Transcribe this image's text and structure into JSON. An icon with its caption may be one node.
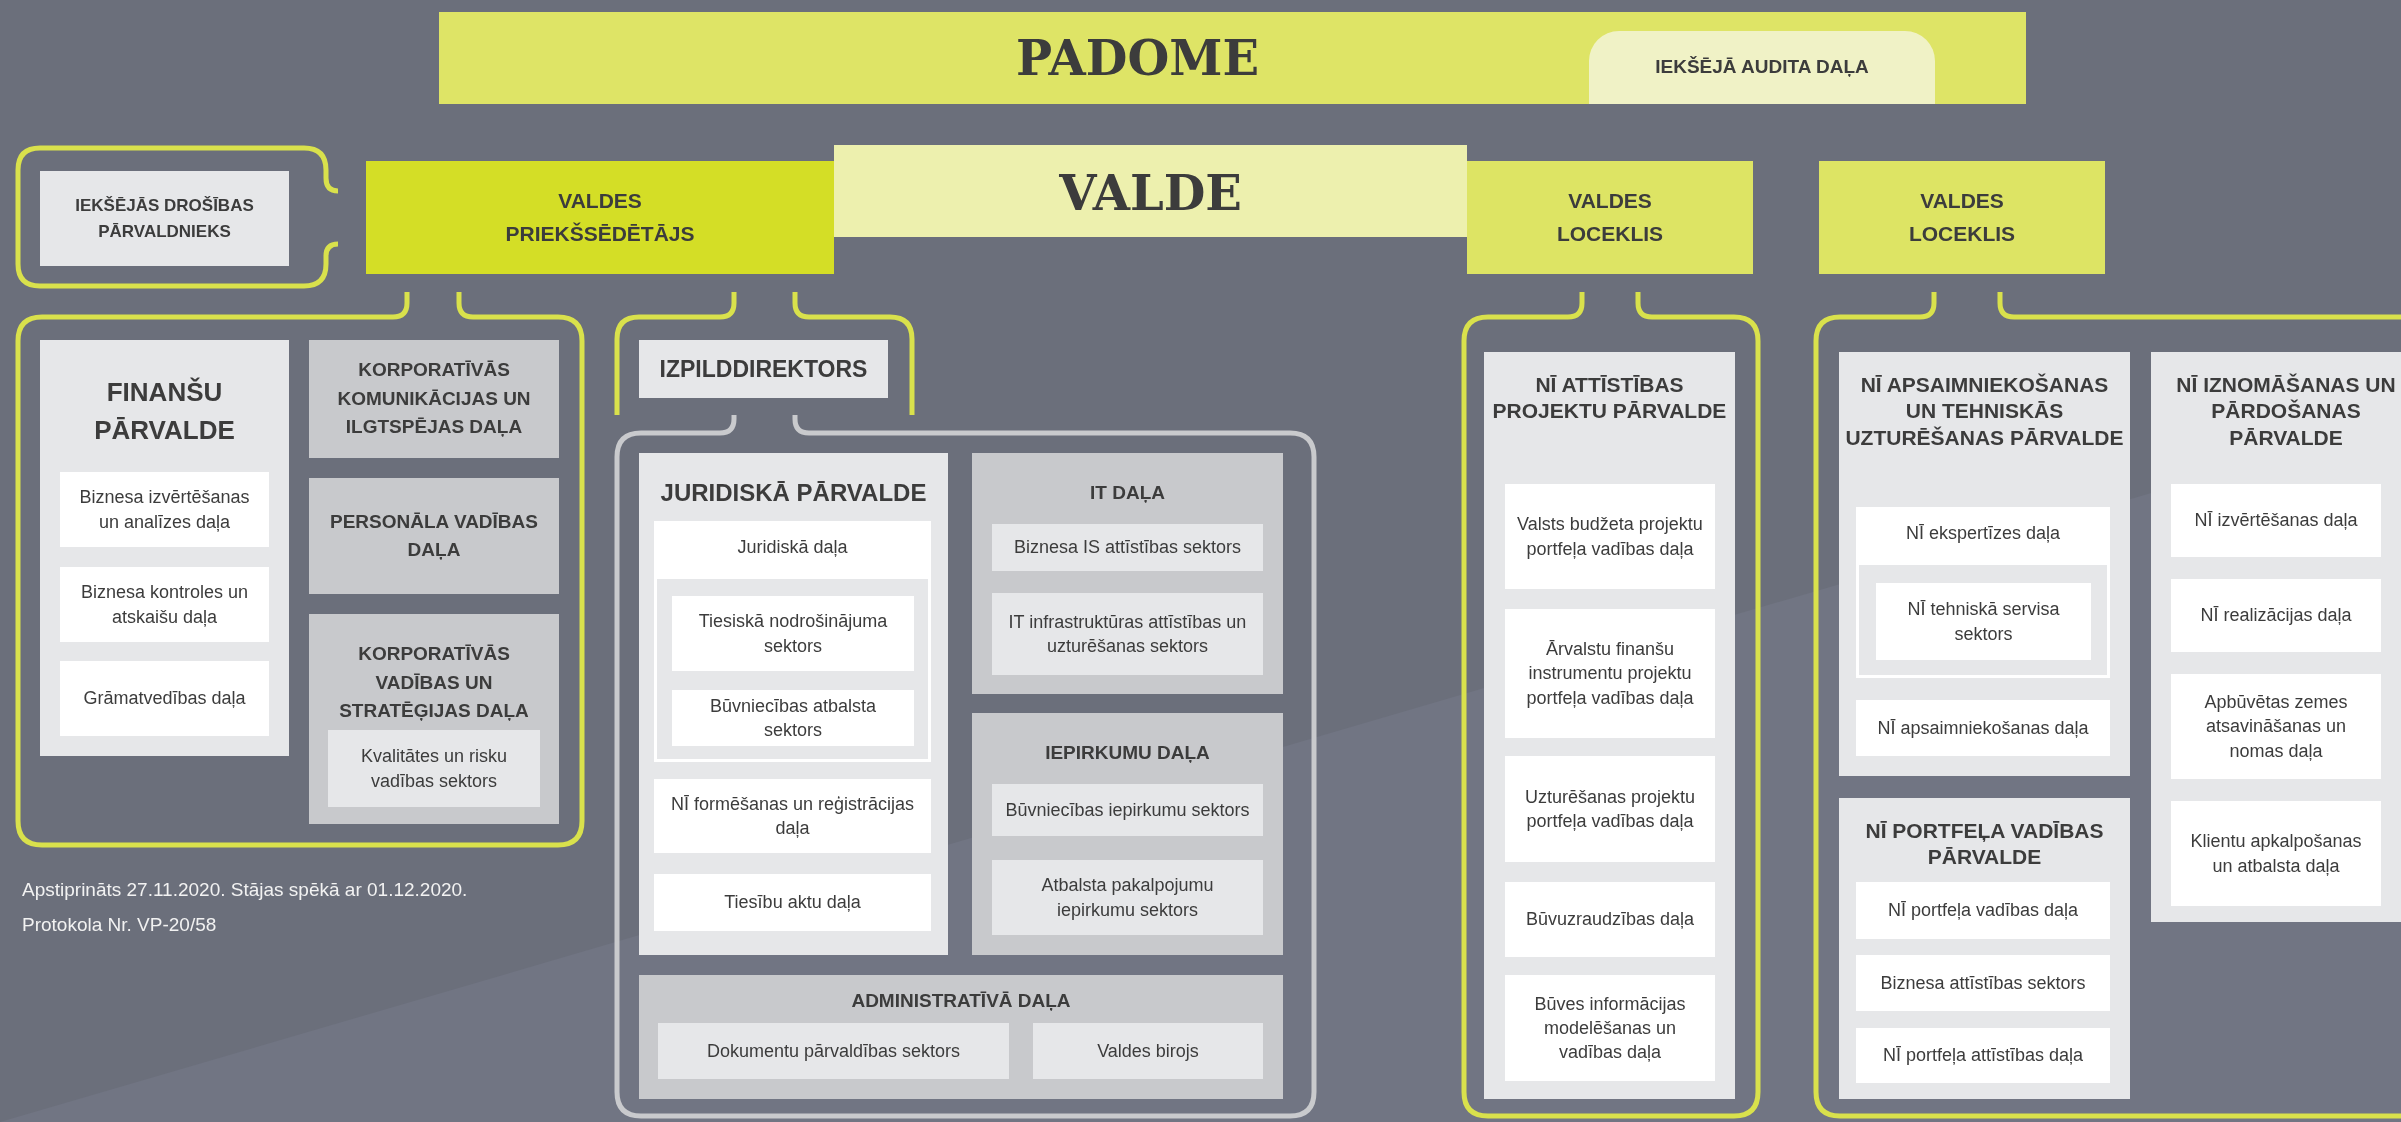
{
  "diagram": {
    "nodes": [
      {
        "text": [
          "PADOME"
        ]
      },
      {
        "text": [
          "IEKŠĒJĀ AUDITA DAĻA"
        ],
        "in": 0
      },
      {
        "text": [
          "VALDE"
        ]
      },
      {
        "text": [
          "IEKŠĒJĀS DROŠĪBAS PĀRVALDNIEKS"
        ]
      },
      {
        "text": [
          "VALDES PRIEKŠSĒDĒTĀJS"
        ]
      },
      {
        "text": [
          "VALDES LOCEKLIS"
        ]
      },
      {
        "text": [
          "VALDES LOCEKLIS"
        ]
      },
      {
        "text": [],
        "shape": "box"
      },
      {
        "text": [
          "FINANŠU PĀRVALDE"
        ],
        "in": 7
      },
      {
        "text": [
          "Biznesa izvērtēšanas un analīzes daļa"
        ],
        "in": 8
      },
      {
        "text": [
          "Biznesa kontroles un atskaišu daļa"
        ],
        "in": 8
      },
      {
        "text": [
          "Grāmatvedības daļa"
        ],
        "in": 8
      },
      {
        "text": [
          "KORPORATĪVĀS KOMUNIKĀCIJAS UN ILGTSPĒJAS DAĻA"
        ],
        "in": 7
      },
      {
        "text": [
          "PERSONĀLA VADĪBAS DAĻA"
        ],
        "in": 7
      },
      {
        "text": [
          "KORPORATĪVĀS VADĪBAS UN STRATĒĢIJAS DAĻA"
        ],
        "in": 7
      },
      {
        "text": [
          "Kvalitātes un risku vadības sektors"
        ],
        "in": 14
      },
      {
        "text": [
          "IZPILDDIREKTORS"
        ]
      },
      {
        "text": [],
        "shape": "box"
      },
      {
        "text": [
          "JURIDISKĀ PĀRVALDE"
        ],
        "in": 17
      },
      {
        "text": [
          "Juridiskā daļa"
        ],
        "in": 18
      },
      {
        "text": [
          "Tiesiskā nodrošinājuma sektors"
        ],
        "in": 19
      },
      {
        "text": [
          "Būvniecības atbalsta sektors"
        ],
        "in": 19
      },
      {
        "text": [
          "NĪ formēšanas un reģistrācijas daļa"
        ],
        "in": 18
      },
      {
        "text": [
          "Tiesību aktu daļa"
        ],
        "in": 18
      },
      {
        "text": [
          "IT DAĻA"
        ],
        "in": 17
      },
      {
        "text": [
          "Biznesa IS attīstības sektors"
        ],
        "in": 24
      },
      {
        "text": [
          "IT infrastruktūras attīstības un uzturēšanas sektors"
        ],
        "in": 24
      },
      {
        "text": [
          "IEPIRKUMU DAĻA"
        ],
        "in": 17
      },
      {
        "text": [
          "Būvniecības iepirkumu sektors"
        ],
        "in": 27
      },
      {
        "text": [
          "Atbalsta pakalpojumu iepirkumu sektors"
        ],
        "in": 27
      },
      {
        "text": [
          "ADMINISTRATĪVĀ DAĻA"
        ],
        "in": 17
      },
      {
        "text": [
          "Dokumentu pārvaldības sektors"
        ],
        "in": 30
      },
      {
        "text": [
          "Valdes birojs"
        ],
        "in": 30
      },
      {
        "text": [],
        "shape": "box"
      },
      {
        "text": [
          "NĪ ATTĪSTĪBAS PROJEKTU PĀRVALDE"
        ],
        "in": 33
      },
      {
        "text": [
          "Valsts budžeta projektu portfeļa vadības daļa"
        ],
        "in": 34
      },
      {
        "text": [
          "Ārvalstu finanšu instrumentu projektu portfeļa vadības daļa"
        ],
        "in": 34
      },
      {
        "text": [
          "Uzturēšanas projektu portfeļa vadības daļa"
        ],
        "in": 34
      },
      {
        "text": [
          "Būvuzraudzības daļa"
        ],
        "in": 34
      },
      {
        "text": [
          "Būves informācijas modelēšanas un vadības daļa"
        ],
        "in": 34
      },
      {
        "text": [],
        "shape": "box"
      },
      {
        "text": [
          "NĪ APSAIMNIEKOŠANAS UN TEHNISKĀS UZTURĒŠANAS PĀRVALDE"
        ],
        "in": 40
      },
      {
        "text": [
          "NĪ ekspertīzes daļa"
        ],
        "in": 41
      },
      {
        "text": [
          "NĪ tehniskā servisa sektors"
        ],
        "in": 42
      },
      {
        "text": [
          "NĪ apsaimniekošanas daļa"
        ],
        "in": 41
      },
      {
        "text": [
          "NĪ PORTFEĻA VADĪBAS PĀRVALDE"
        ],
        "in": 40
      },
      {
        "text": [
          "NĪ portfeļa vadības daļa"
        ],
        "in": 45
      },
      {
        "text": [
          "Biznesa attīstības sektors"
        ],
        "in": 45
      },
      {
        "text": [
          "NĪ portfeļa attīstības daļa"
        ],
        "in": 45
      },
      {
        "text": [
          "NĪ IZNOMĀŠANAS UN PĀRDOŠANAS PĀRVALDE"
        ],
        "in": 40
      },
      {
        "text": [
          "NĪ izvērtēšanas daļa"
        ],
        "in": 49
      },
      {
        "text": [
          "NĪ realizācijas daļa"
        ],
        "in": 49
      },
      {
        "text": [
          "Apbūvētas zemes atsavināšanas un nomas daļa"
        ],
        "in": 49
      },
      {
        "text": [
          "Klientu apkalpošanas un atbalsta daļa"
        ],
        "in": 49
      }
    ],
    "labels": [
      "Apstiprināts 27.11.2020. Stājas spēkā ar 01.12.2020.",
      "Protokola Nr. VP-20/58"
    ]
  }
}
